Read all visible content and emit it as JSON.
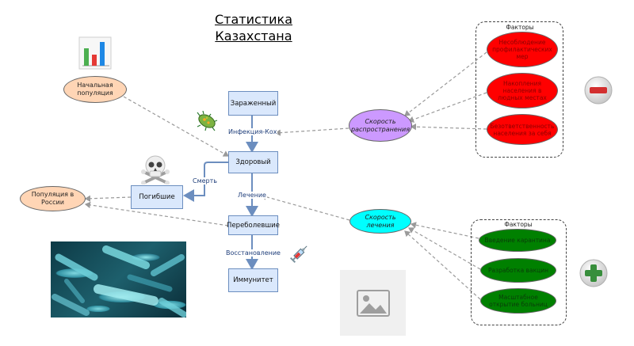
{
  "title": {
    "line1": "Статистика",
    "line2": "Казахстана"
  },
  "nodes": {
    "infected": "Зараженный",
    "healthy": "Здоровый",
    "recovered": "Переболевшие",
    "immune": "Иммунитет",
    "dead": "Погибшие",
    "initial_population": "Начальная популяция",
    "population_russia": "Популяция в России",
    "spread_speed": "Скорость распространения",
    "cure_speed": "Скорость лечения"
  },
  "edge_labels": {
    "infection": "Инфекция-Кох",
    "death": "Смерть",
    "treatment": "Лечение",
    "recovery": "Восстановление"
  },
  "factors_top": {
    "label": "Факторы",
    "items": [
      "Несоблюдение профилактических мер",
      "Накопления населения в людных местах",
      "Безответственность населения за себя"
    ]
  },
  "factors_bottom": {
    "label": "Факторы",
    "items": [
      "Введение карантина",
      "Разработка вакцин",
      "Масштабное открытие больниц"
    ]
  },
  "icons": {
    "chart": "bar-chart-icon",
    "bacteria": "bacteria-icon",
    "skull": "skull-crossbones-icon",
    "syringe": "syringe-icon",
    "minus": "minus-icon",
    "plus": "plus-icon",
    "image_placeholder": "image-placeholder-icon",
    "photo": "bacteria-photo"
  },
  "colors": {
    "process_fill": "#dae8fc",
    "process_stroke": "#6c8ebf",
    "peach": "#ffd5b5",
    "violet": "#cc99ff",
    "cyan": "#00ffff",
    "factor_red": "#ff0000",
    "factor_green": "#008000"
  }
}
